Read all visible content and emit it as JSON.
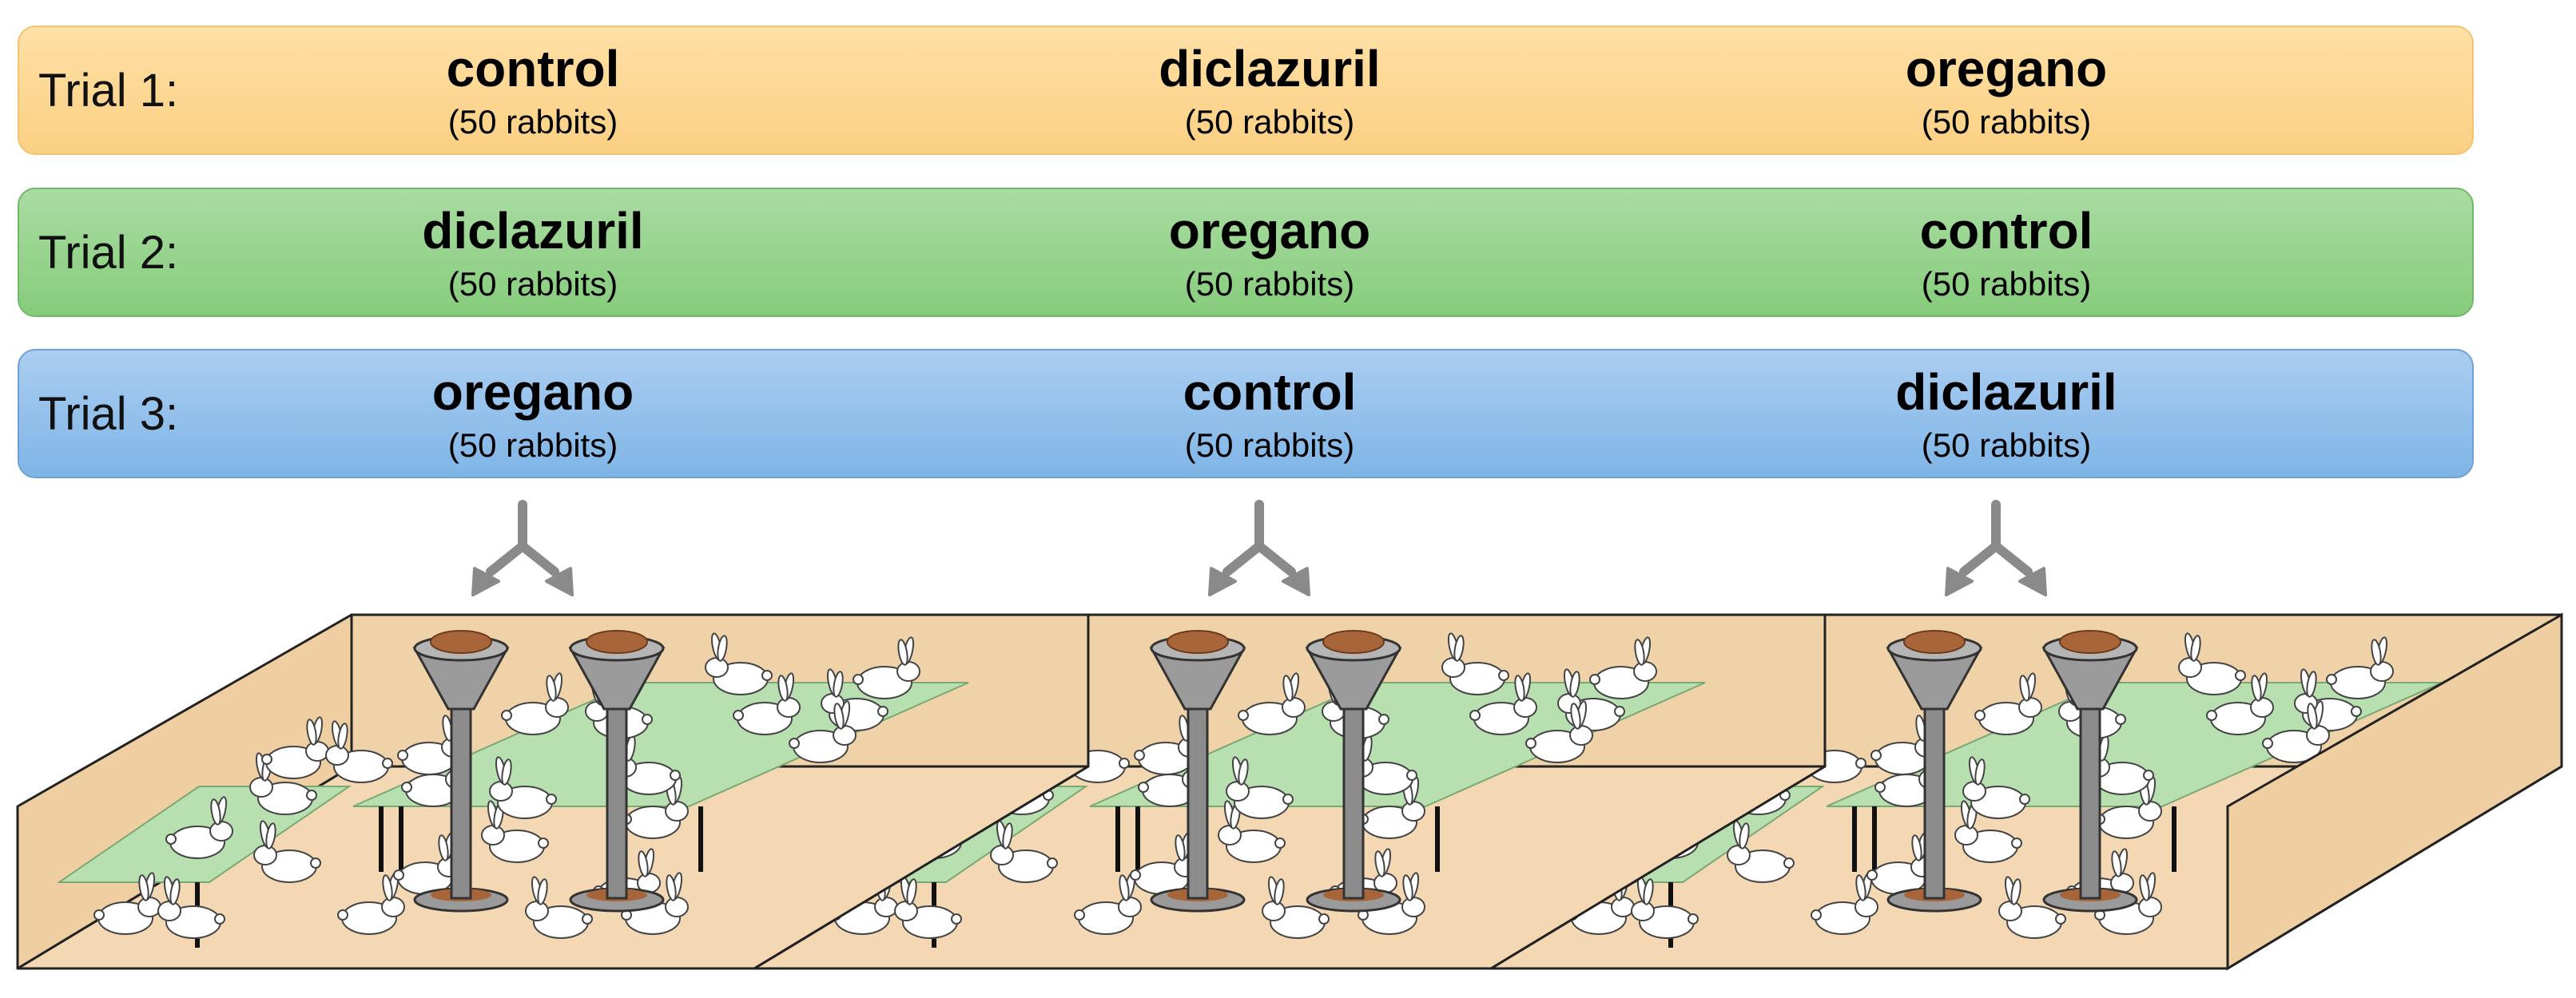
{
  "trials": [
    {
      "label": "Trial 1:",
      "groups": [
        {
          "name": "control",
          "count": "(50 rabbits)"
        },
        {
          "name": "diclazuril",
          "count": "(50 rabbits)"
        },
        {
          "name": "oregano",
          "count": "(50 rabbits)"
        }
      ]
    },
    {
      "label": "Trial 2:",
      "groups": [
        {
          "name": "diclazuril",
          "count": "(50 rabbits)"
        },
        {
          "name": "oregano",
          "count": "(50 rabbits)"
        },
        {
          "name": "control",
          "count": "(50 rabbits)"
        }
      ]
    },
    {
      "label": "Trial 3:",
      "groups": [
        {
          "name": "oregano",
          "count": "(50 rabbits)"
        },
        {
          "name": "control",
          "count": "(50 rabbits)"
        },
        {
          "name": "diclazuril",
          "count": "(50 rabbits)"
        }
      ]
    }
  ],
  "colors": {
    "trial_1": "#fbd083",
    "trial_2": "#86cc7c",
    "trial_3": "#7fb5e6",
    "pen_floor": "#f3d8b3",
    "platform": "#b7dfb0",
    "feeder": "#8c8c8c",
    "feed": "#a8653a",
    "arrow": "#8a8a8a"
  },
  "icons": [
    "fork-arrow-icon",
    "feeder-icon",
    "rabbit-icon",
    "platform-icon"
  ]
}
